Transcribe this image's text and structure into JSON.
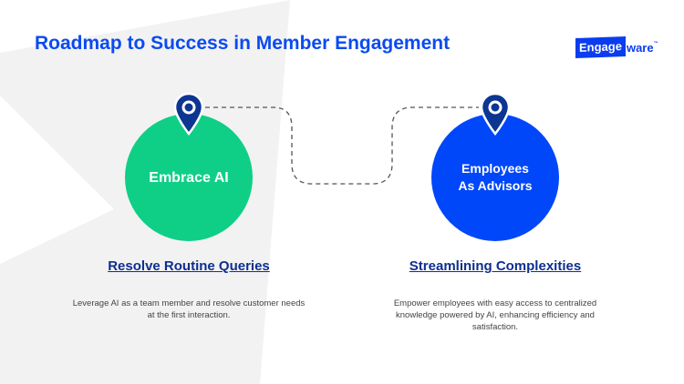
{
  "title": "Roadmap to Success in Member Engagement",
  "logo": {
    "boxed": "Engage",
    "rest": "ware",
    "tm": "™"
  },
  "steps": [
    {
      "circle_label": "Embrace AI",
      "heading": "Resolve Routine Queries",
      "description": "Leverage AI as a team member and resolve customer needs at the first interaction.",
      "color": "#0fcf87"
    },
    {
      "circle_label": "Employees As Advisors",
      "heading": "Streamlining Complexities",
      "description": "Empower employees with easy access to centralized knowledge powered by AI, enhancing efficiency and satisfaction.",
      "color": "#0047fa"
    }
  ],
  "colors": {
    "accent": "#0a4bf0",
    "pin": "#0d3592",
    "heading": "#0d2f8f"
  }
}
